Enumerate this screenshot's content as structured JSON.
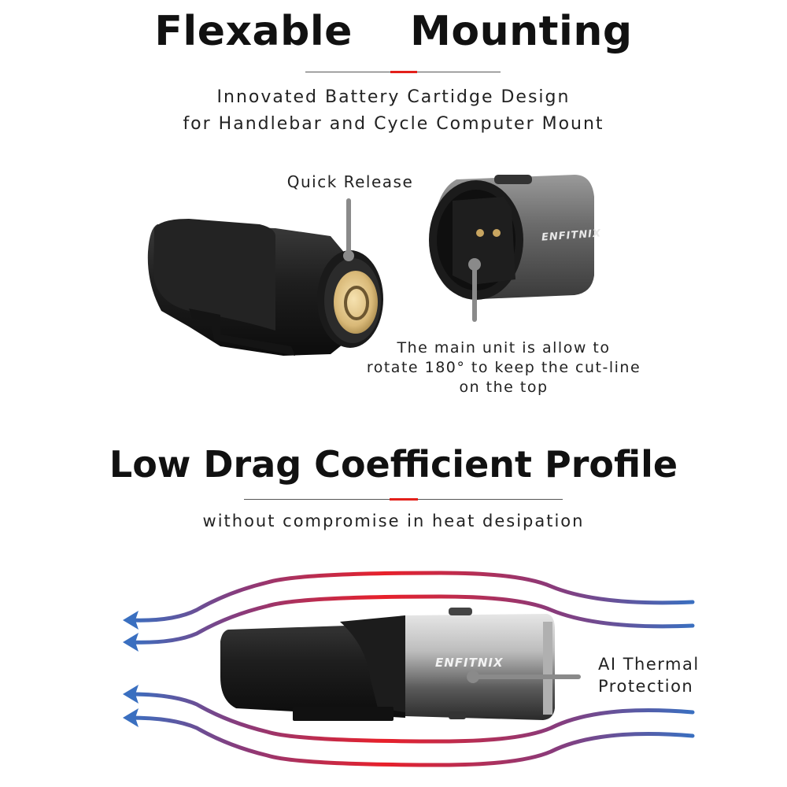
{
  "section1": {
    "title": "Flexable  Mounting",
    "subtitle_line1": "Innovated Battery Cartidge Design",
    "subtitle_line2": "for Handlebar and Cycle Computer Mount",
    "callout_quick_release": "Quick Release",
    "callout_rotate_line1": "The main unit is allow to",
    "callout_rotate_line2": "rotate 180° to keep the cut-line",
    "callout_rotate_line3": "on the top",
    "brand_mark": "ENFITNIX"
  },
  "section2": {
    "title": "Low Drag Coefficient Profile",
    "subtitle": "without compromise in heat desipation",
    "callout_thermal_line1": "AI Thermal",
    "callout_thermal_line2": "Protection",
    "brand_mark": "ENFITNIX"
  },
  "colors": {
    "accent_red": "#e3201b",
    "airflow_hot": "#e8202a",
    "airflow_cold": "#3a6fc0"
  },
  "icons": [
    "rear-light-battery-unit-image",
    "mount-adapter-image",
    "airflow-arrow-icon",
    "light-body-profile-image"
  ]
}
